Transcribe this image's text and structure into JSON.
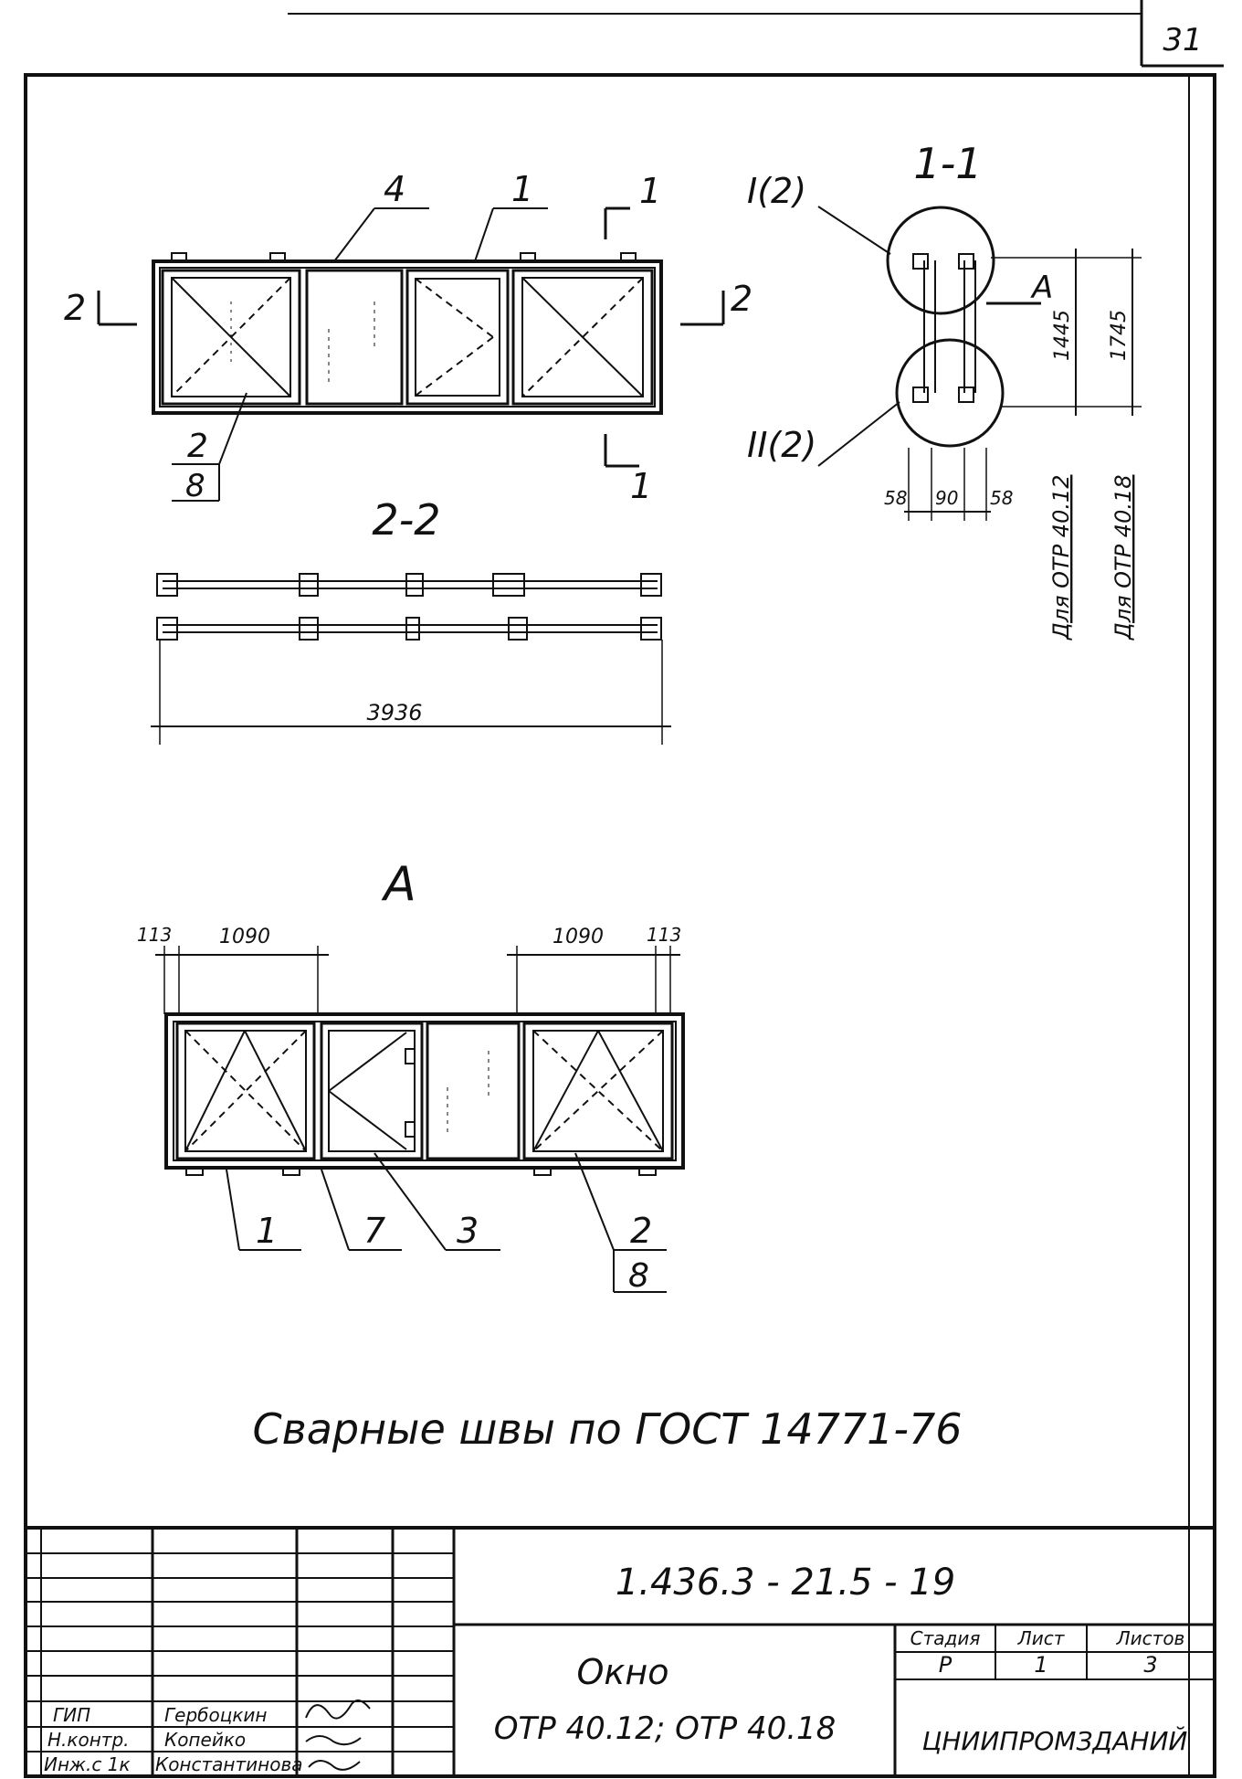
{
  "sheet_number": "31",
  "views": {
    "plan": {
      "labels": [
        "4",
        "1",
        "1"
      ],
      "section_left": "2",
      "section_right": "2",
      "section_bottom": "1",
      "callout_top": "2",
      "callout_bottom": "8"
    },
    "section_1_1": {
      "title": "1-1",
      "node_1": "I(2)",
      "node_2": "II(2)",
      "node_marker": "A",
      "dim_1": "1445",
      "dim_2": "1745",
      "dim_58_left": "58",
      "dim_90": "90",
      "dim_58_right": "58",
      "note_1": "Для ОТР 40.12",
      "note_2": "Для ОТР 40.18"
    },
    "section_2_2": {
      "title": "2-2",
      "overall_dim": "3936"
    },
    "view_a": {
      "title": "A",
      "dim_113_left": "113",
      "dim_1090_left": "1090",
      "dim_1090_right": "1090",
      "dim_113_right": "113",
      "labels": [
        "1",
        "7",
        "3",
        "2",
        "8"
      ]
    }
  },
  "note": "Сварные швы по ГОСТ 14771-76",
  "title_block": {
    "code": "1.436.3 - 21.5 - 19",
    "title": "Окно",
    "subtitle": "ОТР 40.12; ОТР 40.18",
    "stage_header": "Стадия",
    "sheet_header": "Лист",
    "sheets_header": "Листов",
    "stage": "Р",
    "sheet": "1",
    "sheets": "3",
    "organization": "ЦНИИПРОМЗДАНИЙ",
    "roles": [
      "ГИП",
      "Н.контр.",
      "Инж.с 1к"
    ],
    "names": [
      "Гербоцкин",
      "Копейко",
      "Константинова"
    ]
  }
}
